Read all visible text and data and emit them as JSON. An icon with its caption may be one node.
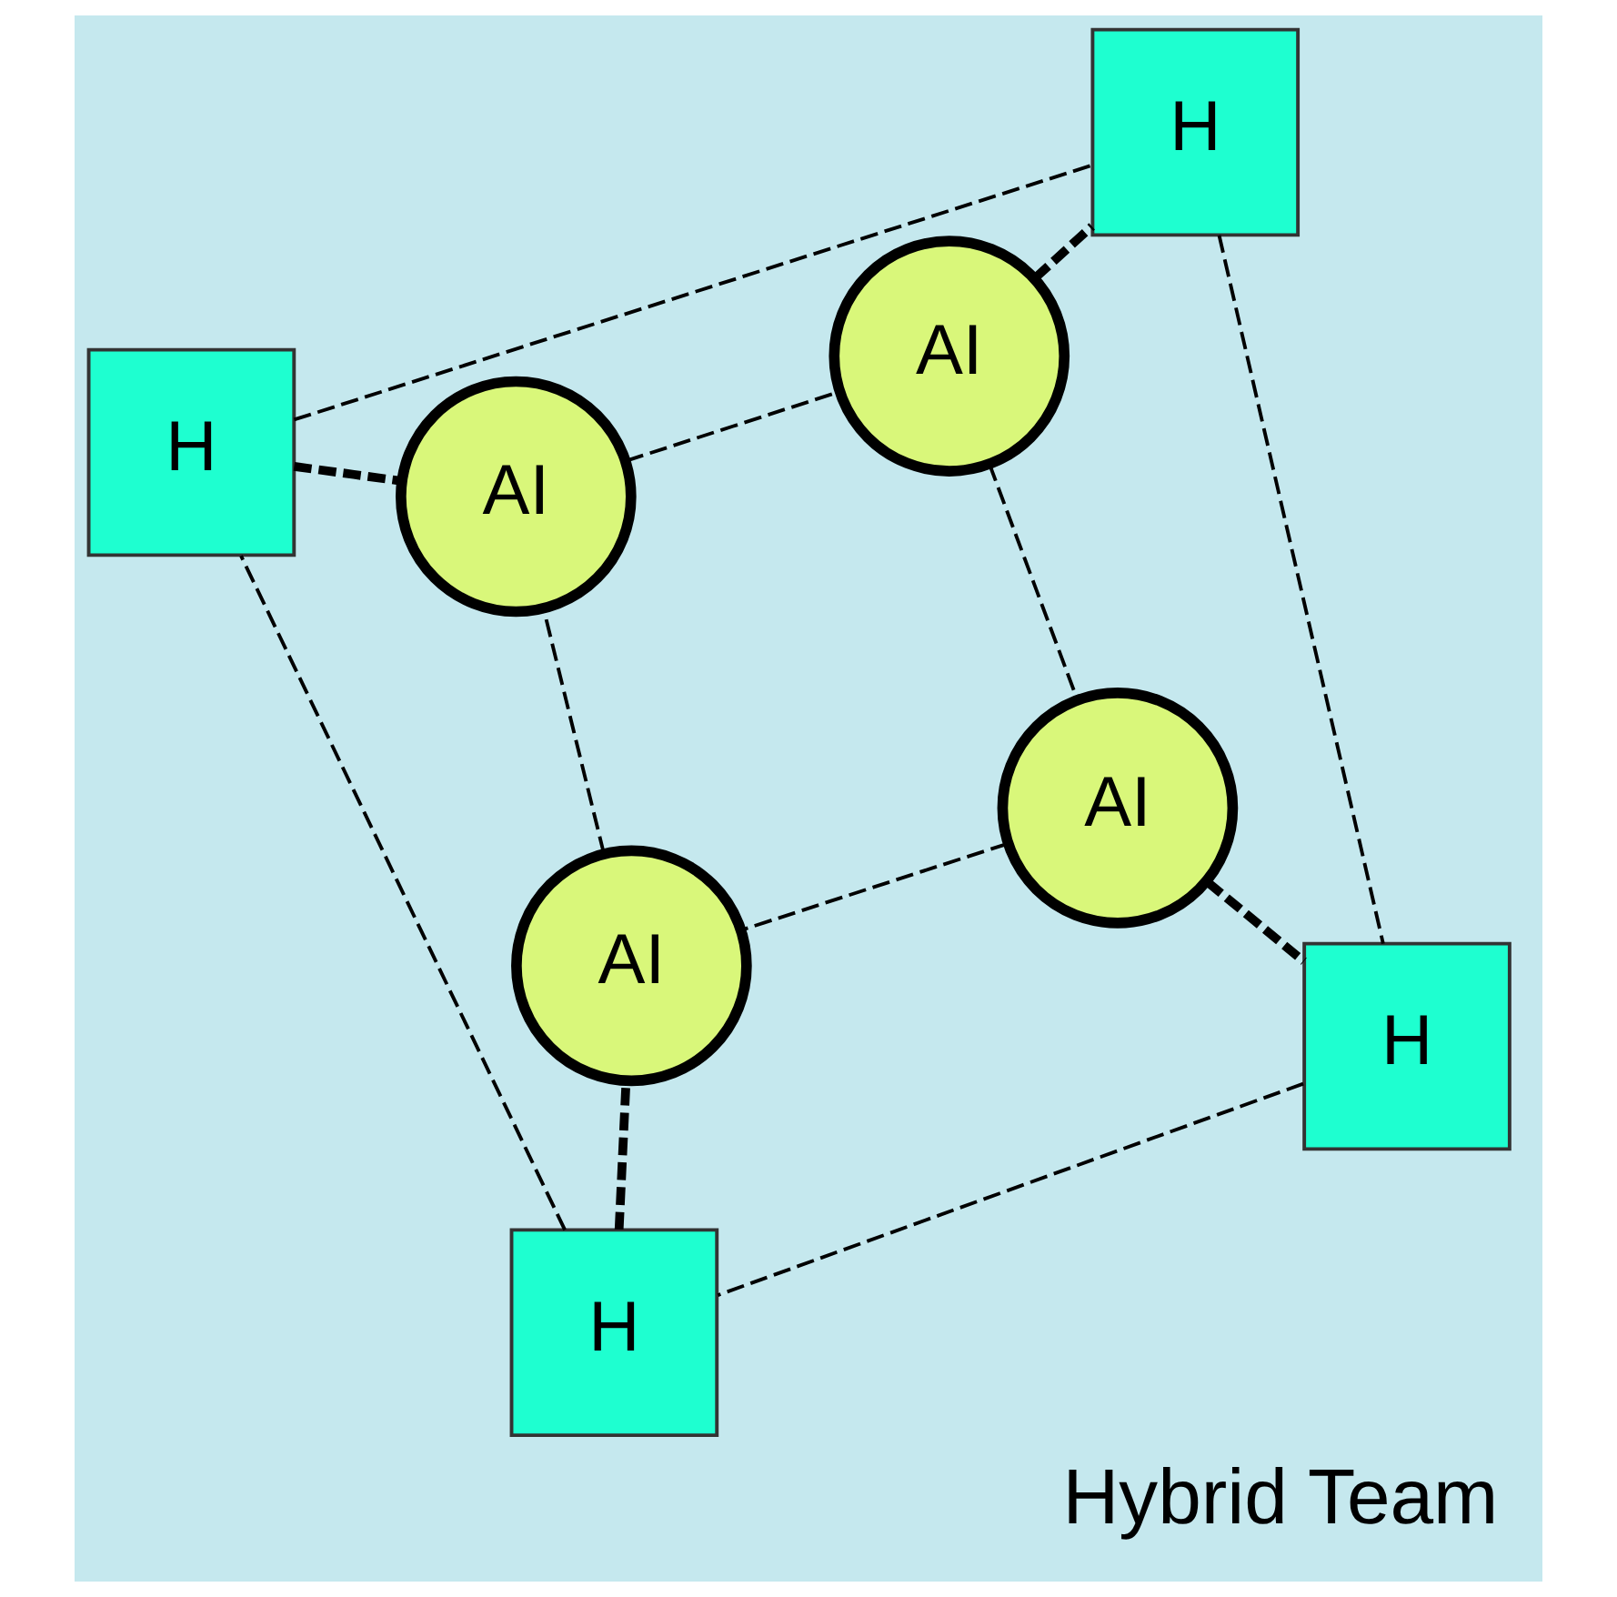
{
  "diagram": {
    "nodes": [
      {
        "text": [
          "H"
        ]
      },
      {
        "text": [
          "AI"
        ]
      },
      {
        "text": [
          "H"
        ]
      },
      {
        "text": [
          "AI"
        ]
      },
      {
        "text": [
          "AI"
        ]
      },
      {
        "text": [
          "H"
        ]
      },
      {
        "text": [
          "AI"
        ]
      },
      {
        "text": [
          "H"
        ]
      }
    ],
    "edges": [
      {
        "from": 0,
        "to": 1,
        "arrow": "none",
        "style": "dashed"
      },
      {
        "from": 2,
        "to": 3,
        "arrow": "none",
        "style": "dashed"
      },
      {
        "from": 4,
        "to": 5,
        "arrow": "none",
        "style": "dashed"
      },
      {
        "from": 6,
        "to": 7,
        "arrow": "none",
        "style": "dashed"
      },
      {
        "from": 0,
        "to": 5,
        "arrow": "none",
        "style": "dashed"
      },
      {
        "from": 5,
        "to": 7,
        "arrow": "none",
        "style": "dashed"
      },
      {
        "from": 7,
        "to": 2,
        "arrow": "none",
        "style": "dashed"
      },
      {
        "from": 2,
        "to": 0,
        "arrow": "none",
        "style": "dashed"
      },
      {
        "from": 1,
        "to": 4,
        "arrow": "none",
        "style": "dashed"
      },
      {
        "from": 4,
        "to": 6,
        "arrow": "none",
        "style": "dashed"
      },
      {
        "from": 6,
        "to": 3,
        "arrow": "none",
        "style": "dashed"
      },
      {
        "from": 3,
        "to": 1,
        "arrow": "none",
        "style": "dashed"
      }
    ],
    "labels": [
      "Hybrid Team"
    ]
  }
}
